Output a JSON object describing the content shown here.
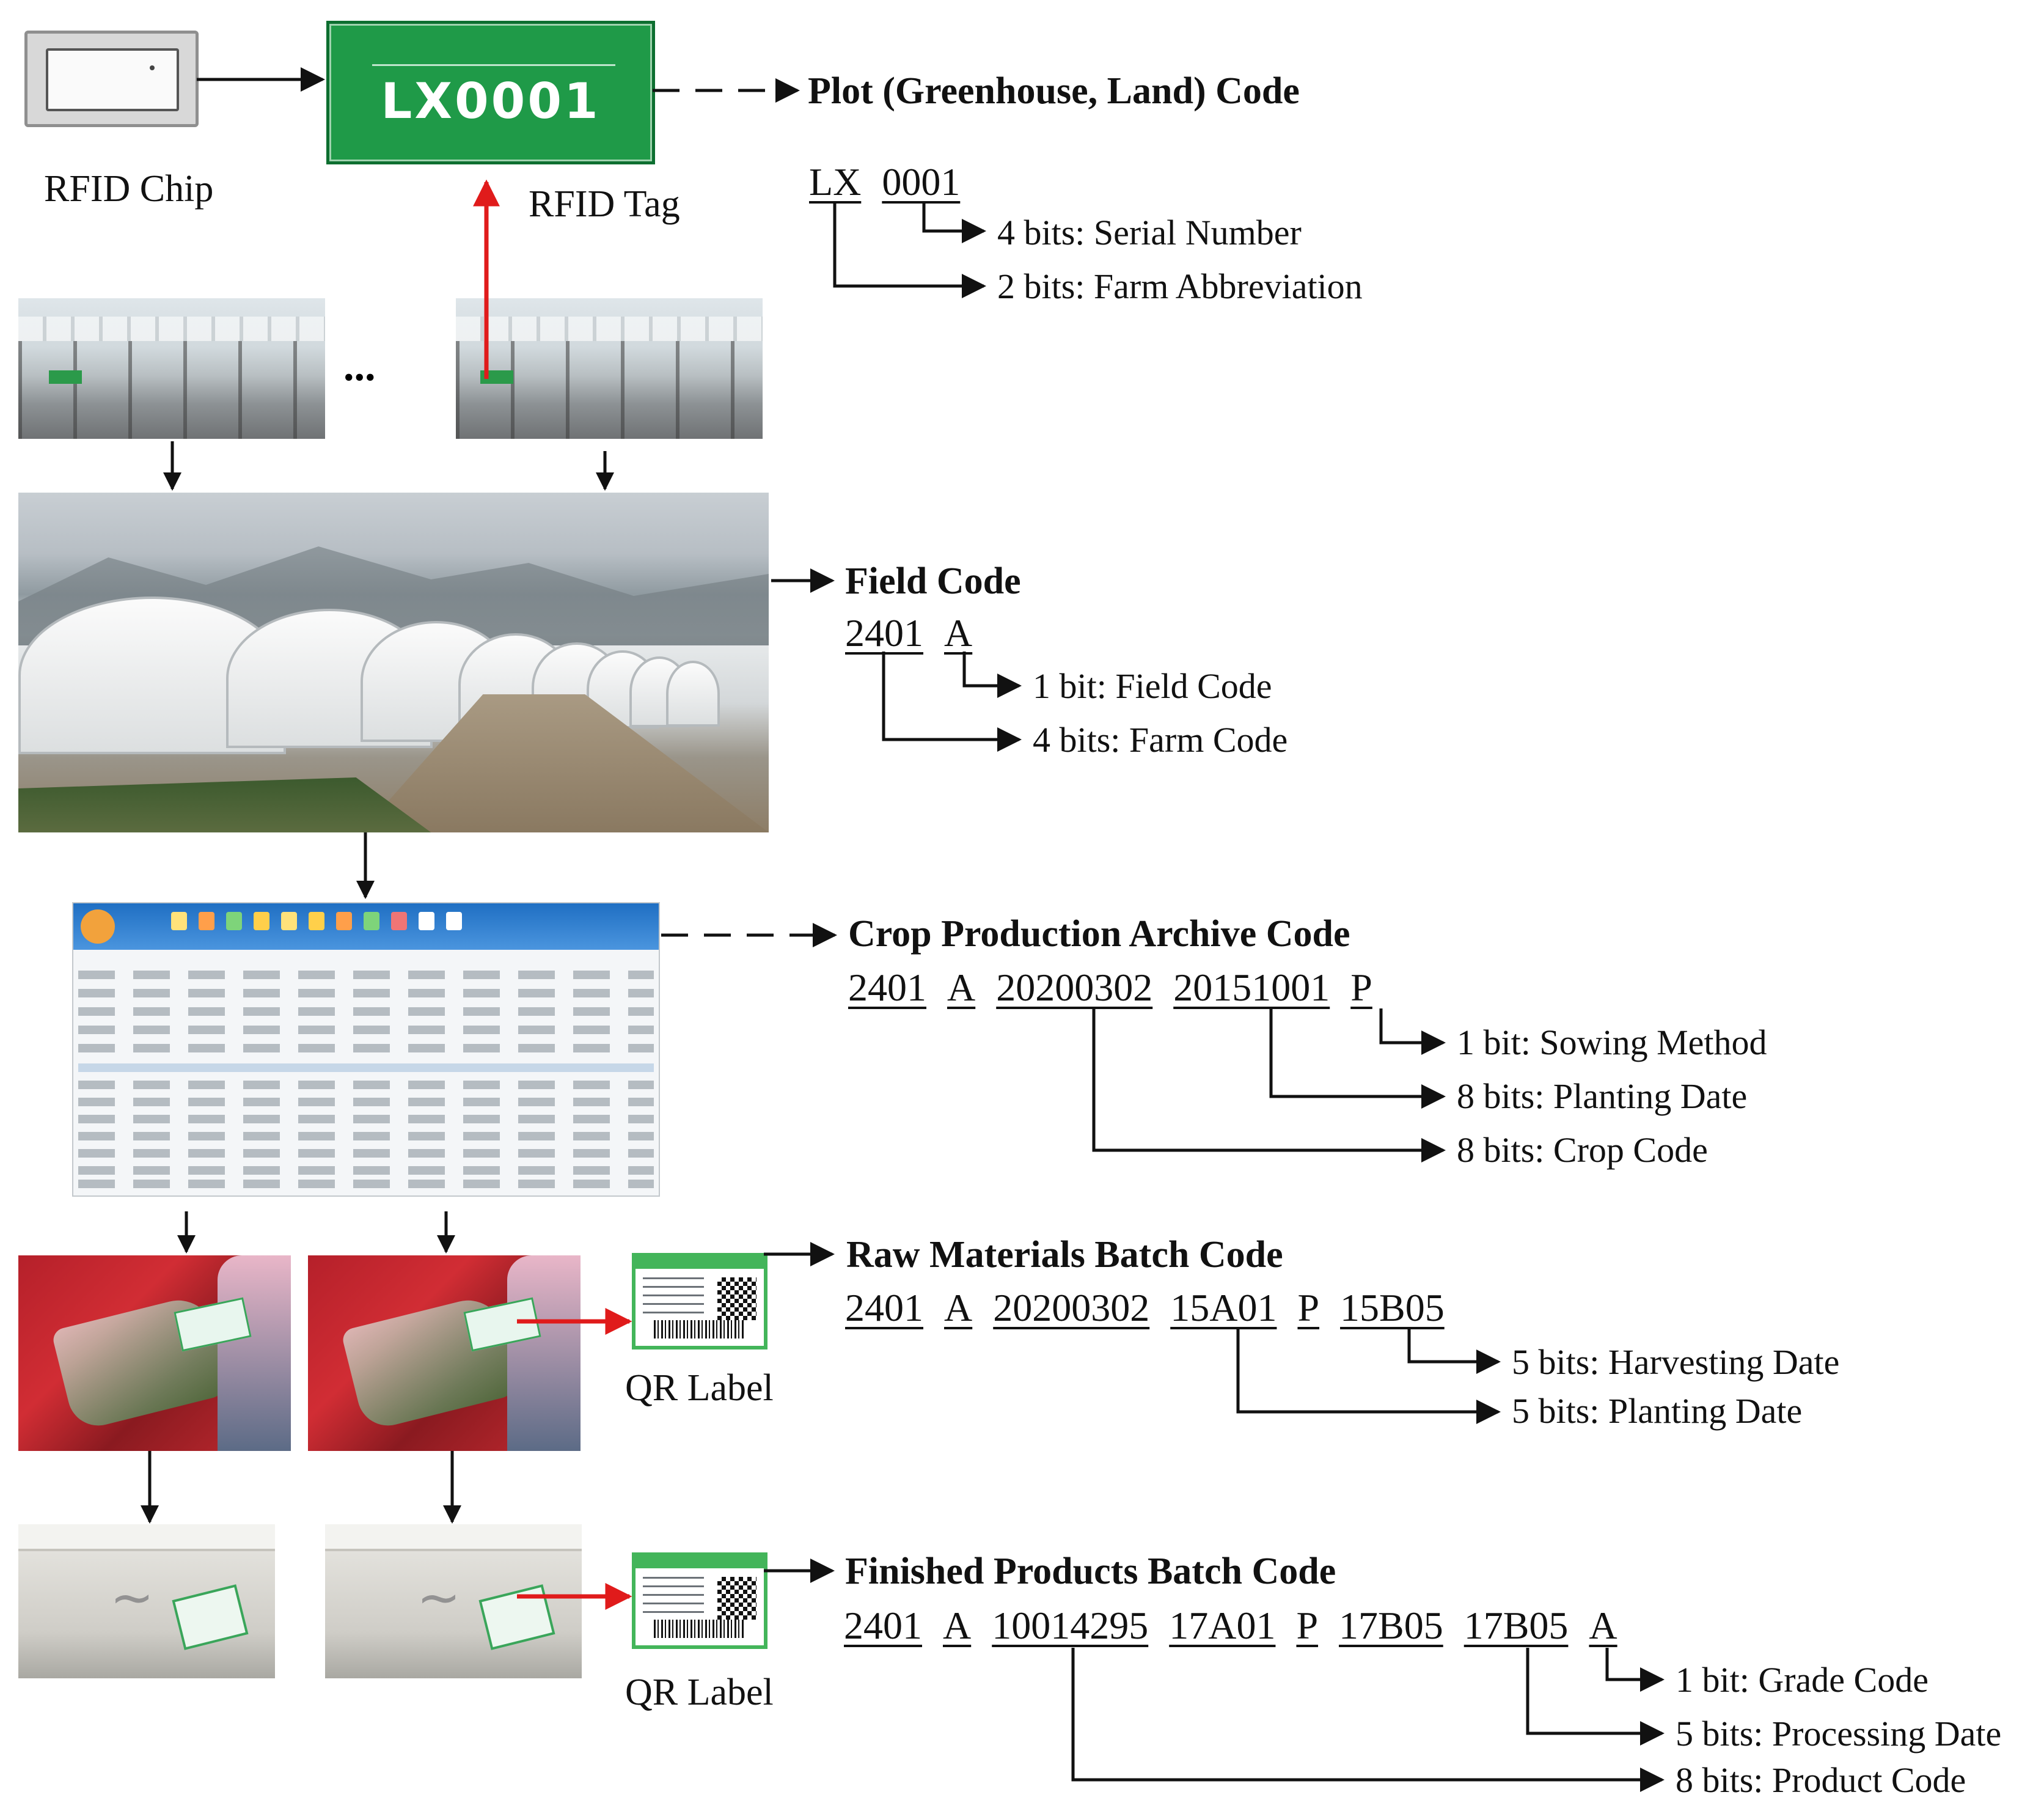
{
  "tag": {
    "main": "LX0001",
    "rfid_chip_caption": "RFID Chip",
    "rfid_tag_caption": "RFID Tag"
  },
  "plot": {
    "title": "Plot (Greenhouse, Land) Code",
    "parts": [
      "LX",
      "0001"
    ],
    "notes": [
      "4 bits: Serial Number",
      "2 bits: Farm Abbreviation"
    ]
  },
  "field": {
    "title": "Field Code",
    "parts": [
      "2401",
      "A"
    ],
    "notes": [
      "1 bit: Field Code",
      "4 bits: Farm Code"
    ]
  },
  "archive": {
    "title": "Crop Production Archive Code",
    "parts": [
      "2401",
      "A",
      "20200302",
      "20151001",
      "P"
    ],
    "notes": [
      "1 bit: Sowing Method",
      "8 bits: Planting Date",
      "8 bits: Crop Code"
    ]
  },
  "raw": {
    "title": "Raw Materials Batch Code",
    "parts": [
      "2401",
      "A",
      "20200302",
      "15A01",
      "P",
      "15B05"
    ],
    "notes": [
      "5 bits: Harvesting Date",
      "5 bits: Planting Date"
    ]
  },
  "finished": {
    "title": "Finished Products Batch Code",
    "parts": [
      "2401",
      "A",
      "10014295",
      "17A01",
      "P",
      "17B05",
      "17B05",
      "A"
    ],
    "notes": [
      "1 bit: Grade Code",
      "5 bits: Processing Date",
      "8 bits: Product Code"
    ]
  },
  "qr_label_caption": "QR Label",
  "ellipsis": "...",
  "colors": {
    "tag_green": "#1f9a48",
    "arrow_red": "#e01b1b",
    "ink": "#111111"
  }
}
